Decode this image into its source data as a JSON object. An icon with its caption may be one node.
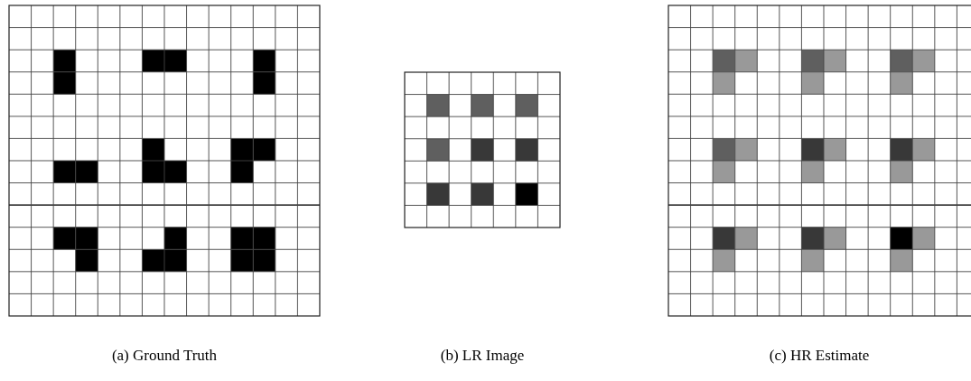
{
  "diagram": {
    "labels": [
      "(a) Ground Truth",
      "(b) LR Image",
      "(c) HR Estimate"
    ]
  }
}
